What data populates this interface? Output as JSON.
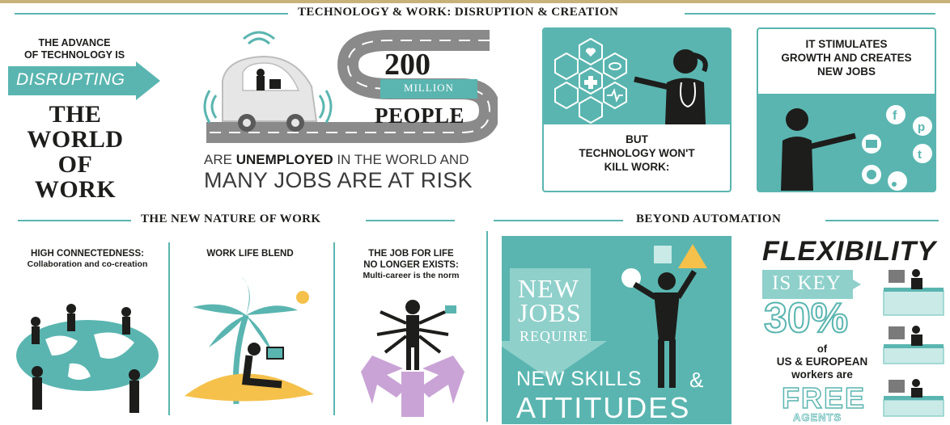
{
  "header": {
    "title": "TECHNOLOGY & WORK: DISRUPTION & CREATION"
  },
  "disrupting": {
    "line1": "THE ADVANCE",
    "line2": "OF TECHNOLOGY IS",
    "arrow_label": "DISRUPTING",
    "big1": "THE",
    "big2": "WORLD",
    "big3": "OF",
    "big4": "WORK"
  },
  "unemployment": {
    "number": "200",
    "unit": "MILLION",
    "people": "PEOPLE",
    "line1_pre": "ARE ",
    "line1_bold": "UNEMPLOYED",
    "line1_post": " IN THE WORLD AND",
    "line2": "MANY JOBS ARE AT RISK"
  },
  "wont_kill": {
    "line1": "BUT",
    "line2": "TECHNOLOGY WON'T",
    "line3": "KILL WORK:"
  },
  "stimulates": {
    "line1": "IT STIMULATES",
    "line2": "GROWTH AND CREATES",
    "line3": "NEW JOBS"
  },
  "new_nature": {
    "title": "THE NEW NATURE OF WORK",
    "col1_title": "HIGH CONNECTEDNESS:",
    "col1_sub": "Collaboration and co-creation",
    "col2_title": "WORK LIFE BLEND",
    "col3_title1": "THE JOB FOR LIFE",
    "col3_title2": "NO LONGER EXISTS:",
    "col3_sub": "Multi-career is the norm"
  },
  "beyond": {
    "title": "BEYOND AUTOMATION",
    "new": "NEW",
    "jobs": "JOBS",
    "require": "REQUIRE",
    "skills": "NEW SKILLS",
    "amp": "&",
    "attitudes": "ATTITUDES"
  },
  "flexibility": {
    "title": "FLEXIBILITY",
    "is_key": "IS KEY",
    "percent": "30%",
    "of": "of",
    "us_eu": "US & EUROPEAN",
    "workers": "workers are",
    "free": "FREE",
    "agents": "AGENTS"
  },
  "colors": {
    "teal": "#5ab5b0",
    "dark": "#1d1d1b",
    "gold": "#c8b27a",
    "lilac": "#c9a3d6",
    "sand": "#f5c14b"
  }
}
